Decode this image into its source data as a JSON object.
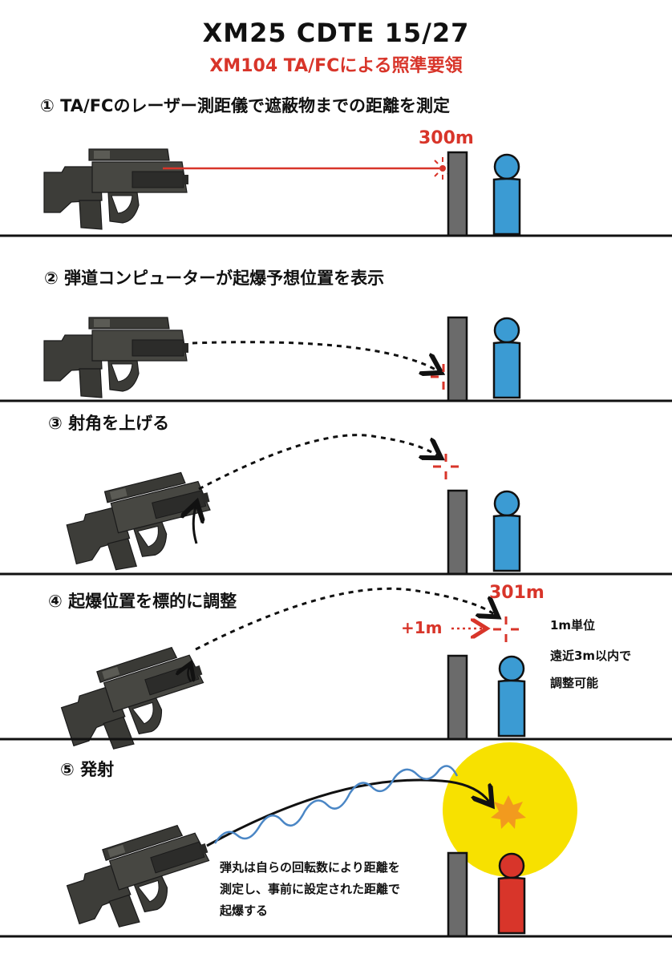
{
  "title": "XM25 CDTE 15/27",
  "subtitle": "XM104 TA/FCによる照準要領",
  "steps": [
    {
      "label": "① TA/FCのレーザー測距儀で遮蔽物までの距離を測定",
      "range": "300m"
    },
    {
      "label": "② 弾道コンピューターが起爆予想位置を表示"
    },
    {
      "label": "③ 射角を上げる"
    },
    {
      "label": "④ 起爆位置を標的に調整",
      "range": "301m",
      "offset": "+1m",
      "notes": [
        "1m単位",
        "遠近3m以内で",
        "調整可能"
      ]
    },
    {
      "label": "⑤ 発射",
      "notes": [
        "弾丸は自らの回転数により距離を",
        "測定し、事前に設定された距離で",
        "起爆する"
      ]
    }
  ],
  "colors": {
    "accent_red": "#d8352a",
    "target_blue": "#3b9bd3",
    "target_red": "#d8352a",
    "explosion_yellow": "#f7e100",
    "burst_orange": "#f29a1e",
    "wall_gray": "#6b6b6b",
    "rifle_dark": "#3d3d39",
    "trajectory_blue": "#4a86c5"
  }
}
